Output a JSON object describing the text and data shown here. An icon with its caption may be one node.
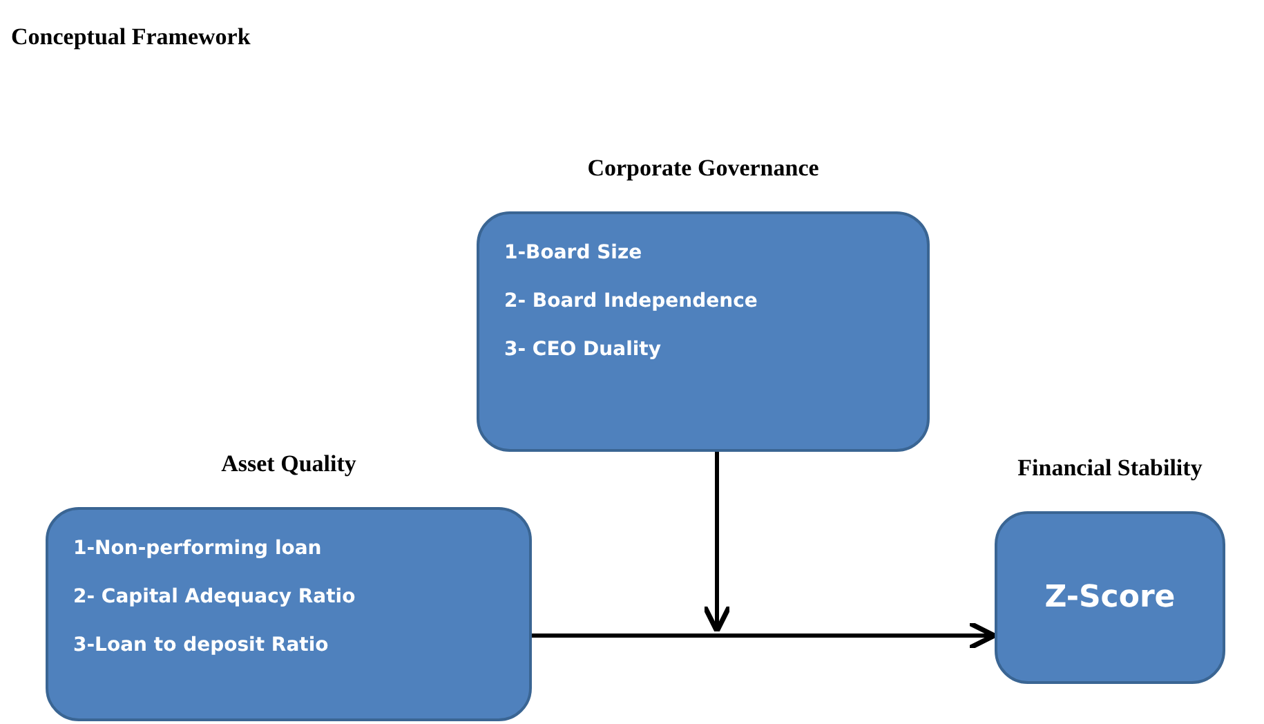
{
  "diagram": {
    "title": "Conceptual Framework",
    "nodes": [
      {
        "text": [
          "Corporate Governance",
          "1-Board Size",
          "2- Board Independence",
          "3- CEO Duality"
        ]
      },
      {
        "text": [
          "Asset Quality",
          "1-Non-performing loan",
          "2- Capital Adequacy Ratio",
          "3-Loan to deposit Ratio"
        ]
      },
      {
        "text": [
          "Financial Stability",
          "Z-Score"
        ]
      }
    ],
    "edges": [
      {
        "from": 1,
        "to": 2,
        "arrow": "to"
      },
      {
        "from": 0,
        "to": null,
        "arrow": "to"
      }
    ]
  }
}
